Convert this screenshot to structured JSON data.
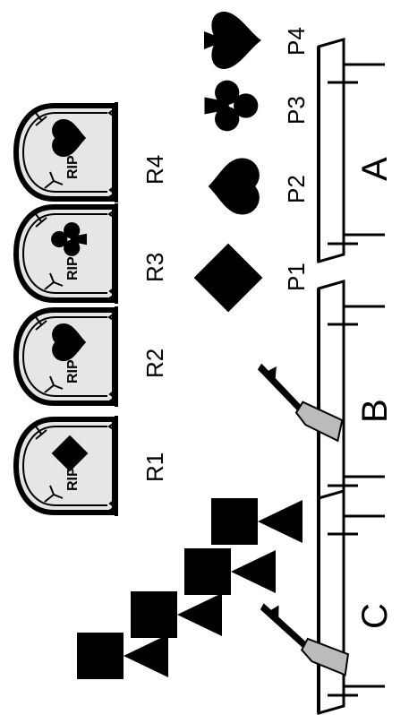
{
  "tombstones": [
    {
      "label": "R1",
      "rip_text": "RIP",
      "suit": "diamond"
    },
    {
      "label": "R2",
      "rip_text": "RIP",
      "suit": "heart"
    },
    {
      "label": "R3",
      "rip_text": "RIP",
      "suit": "club"
    },
    {
      "label": "R4",
      "rip_text": "RIP",
      "suit": "heart"
    }
  ],
  "players": [
    {
      "label": "P1",
      "suit": "diamond"
    },
    {
      "label": "P2",
      "suit": "heart"
    },
    {
      "label": "P3",
      "suit": "club"
    },
    {
      "label": "P4",
      "suit": "spade"
    }
  ],
  "tables": [
    {
      "label": "A"
    },
    {
      "label": "B"
    },
    {
      "label": "C"
    }
  ],
  "colors": {
    "ink": "#000000",
    "stone": "#e6e6e6",
    "paper": "#ffffff"
  }
}
